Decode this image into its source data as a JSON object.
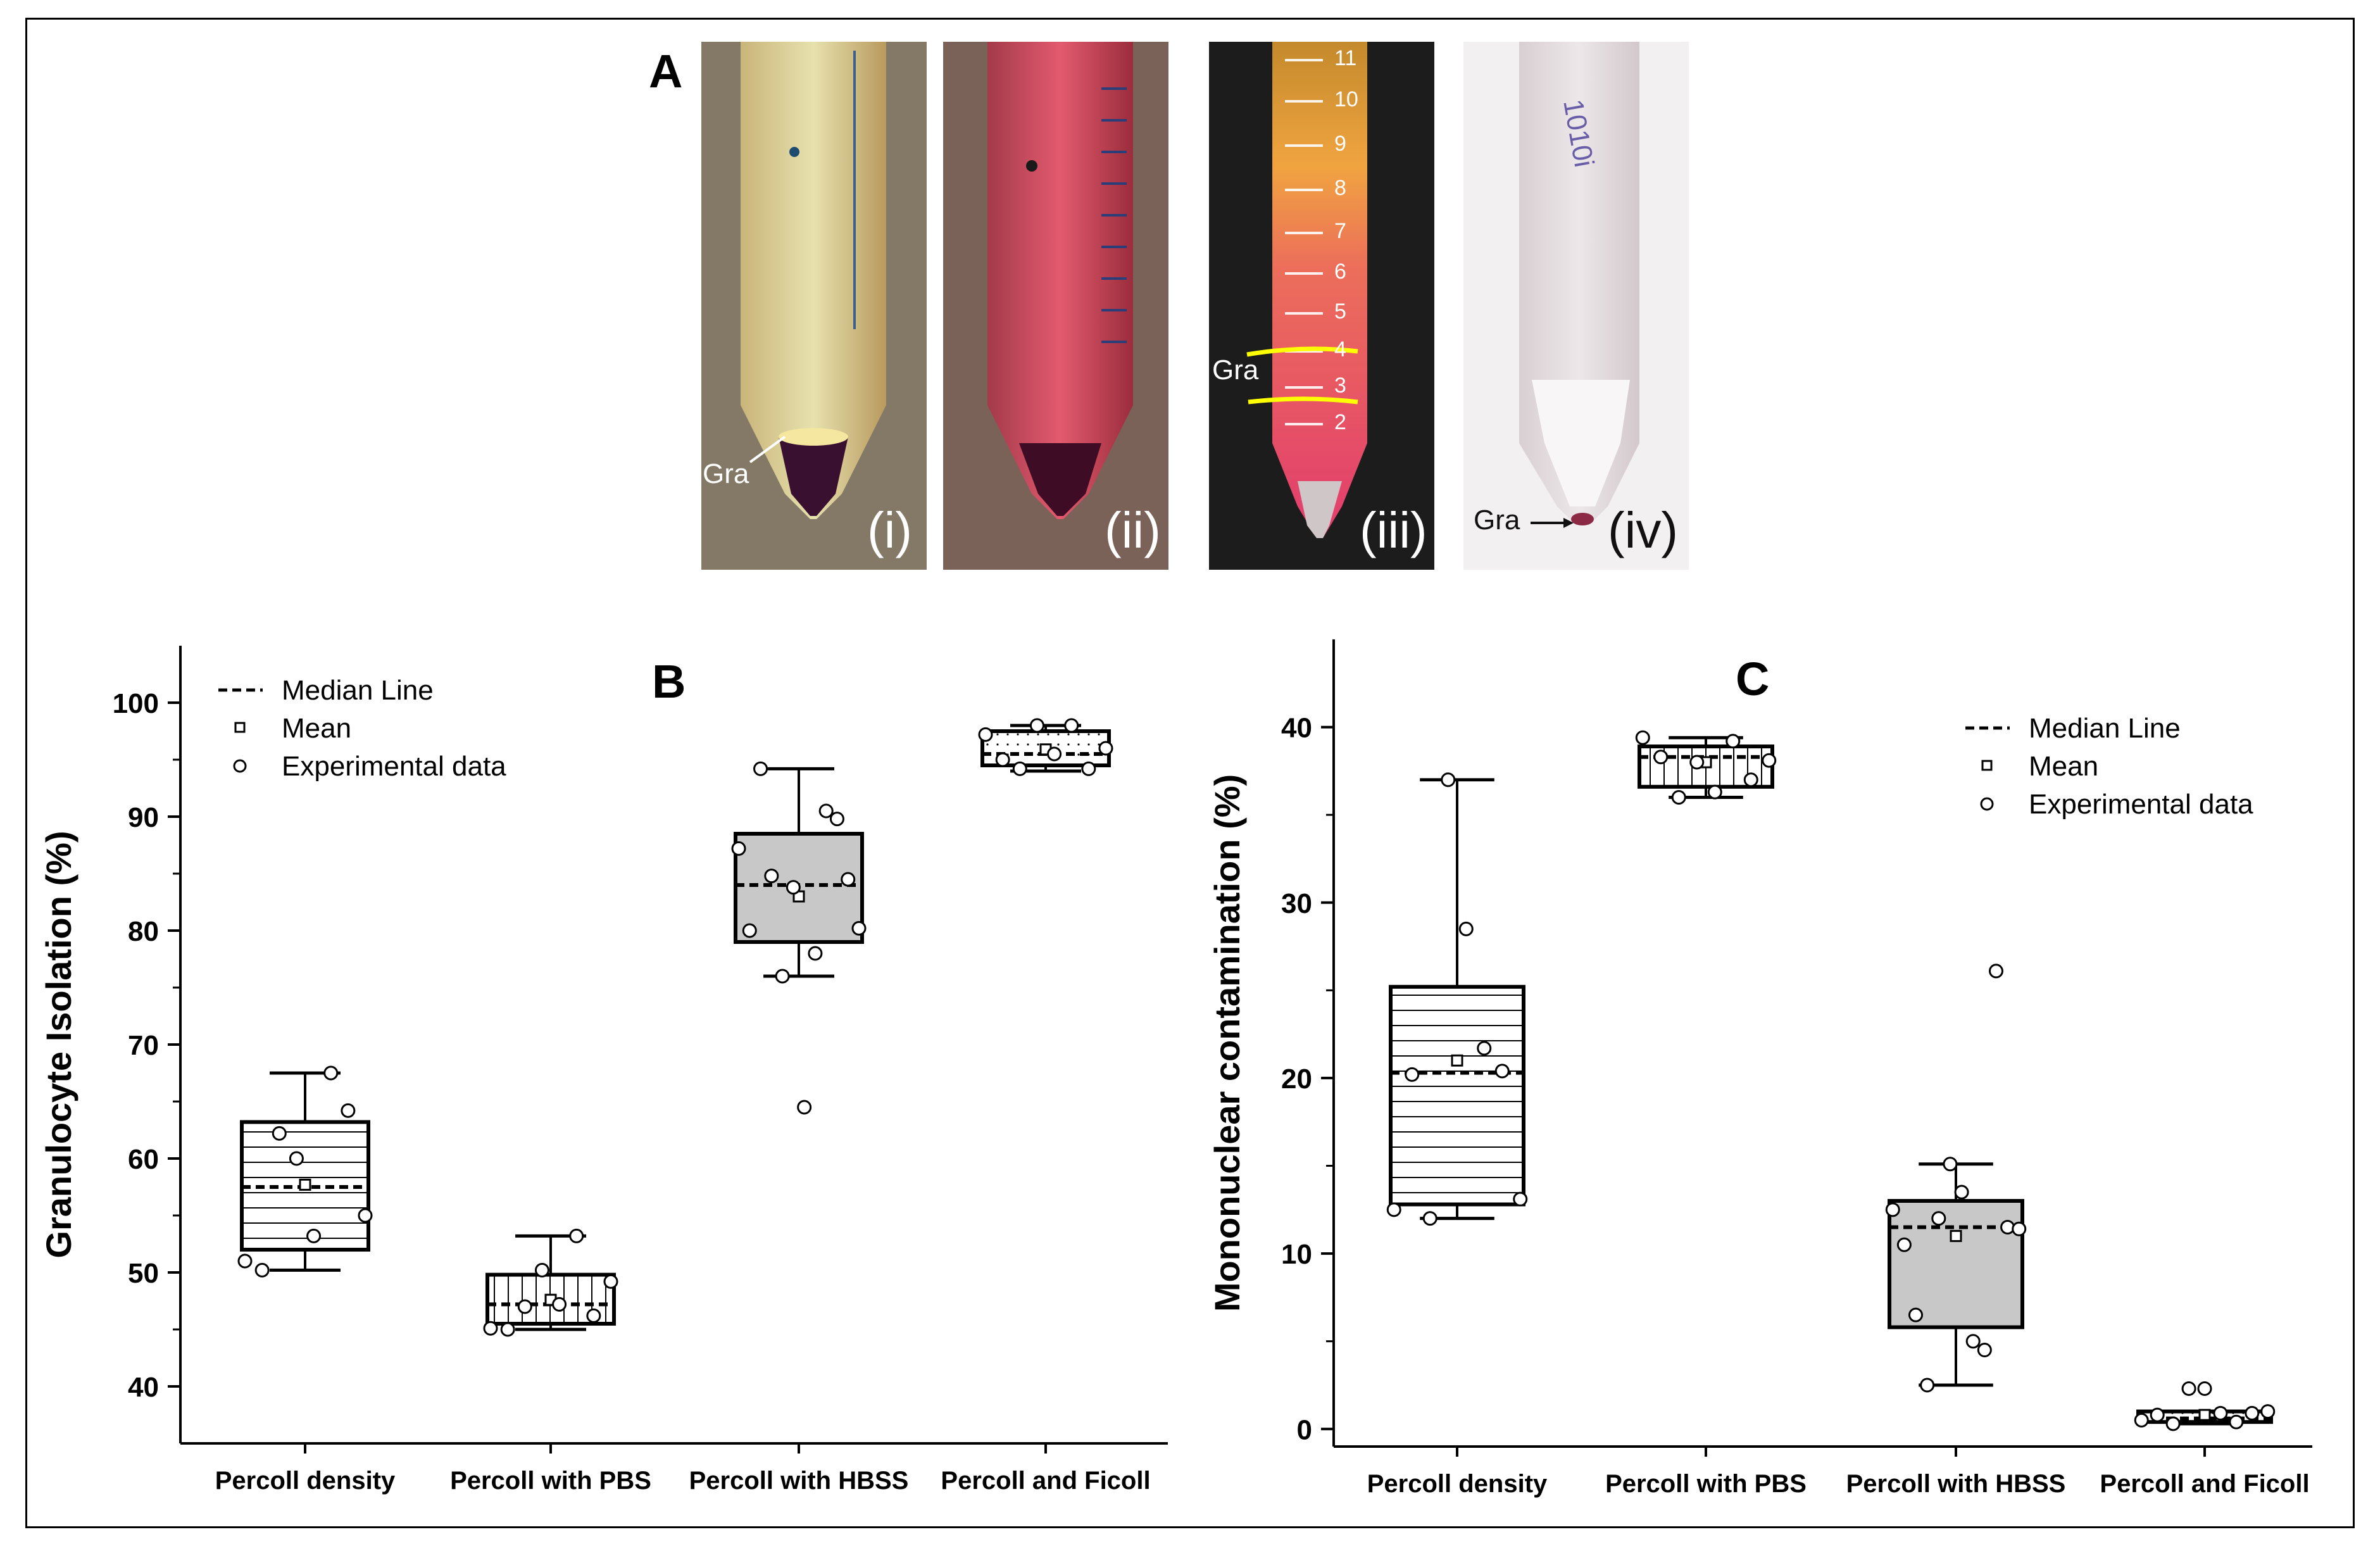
{
  "panel_a": {
    "letter": "A",
    "tubes": [
      {
        "roman": "(i)",
        "gra_label": "Gra"
      },
      {
        "roman": "(ii)"
      },
      {
        "roman": "(iii)",
        "gra_label": "Gra",
        "scale_numbers": [
          "11",
          "10",
          "9",
          "8",
          "7",
          "6",
          "5",
          "4",
          "3",
          "2"
        ]
      },
      {
        "roman": "(iv)",
        "gra_label": "Gra"
      }
    ]
  },
  "chart_data": [
    {
      "panel": "B",
      "type": "box",
      "ylabel": "Granulocyte Isolation (%)",
      "ylim": [
        35,
        105
      ],
      "yticks": [
        40,
        50,
        60,
        70,
        80,
        90,
        100
      ],
      "categories": [
        "Percoll density",
        "Percoll with PBS",
        "Percoll with HBSS",
        "Percoll and Ficoll"
      ],
      "legend": {
        "position": "top-left",
        "items": [
          "Median Line",
          "Mean",
          "Experimental data"
        ]
      },
      "boxes": [
        {
          "category": "Percoll density",
          "fill": "hlines",
          "q1": 52.0,
          "q3": 63.2,
          "median": 57.5,
          "mean": 57.7,
          "whisker_low": 50.2,
          "whisker_high": 67.5,
          "points": [
            51.0,
            50.2,
            62.2,
            60.0,
            53.2,
            67.5,
            64.2,
            55.0
          ]
        },
        {
          "category": "Percoll with PBS",
          "fill": "vlines",
          "q1": 45.5,
          "q3": 49.8,
          "median": 47.2,
          "mean": 47.6,
          "whisker_low": 45.0,
          "whisker_high": 53.2,
          "points": [
            45.1,
            45.0,
            47.0,
            50.2,
            47.2,
            53.2,
            46.2,
            49.2
          ]
        },
        {
          "category": "Percoll with HBSS",
          "fill": "gray",
          "q1": 79.0,
          "q3": 88.5,
          "median": 84.0,
          "mean": 83.0,
          "whisker_low": 76.0,
          "whisker_high": 94.2,
          "points": [
            87.2,
            80.0,
            94.2,
            84.8,
            76.0,
            83.8,
            64.5,
            78.0,
            90.5,
            89.8,
            84.5,
            80.2
          ]
        },
        {
          "category": "Percoll and Ficoll",
          "fill": "dots",
          "q1": 94.5,
          "q3": 97.5,
          "median": 95.5,
          "mean": 95.9,
          "whisker_low": 94.0,
          "whisker_high": 98.0,
          "points": [
            97.2,
            95.0,
            94.2,
            98.0,
            95.5,
            98.0,
            94.2,
            96.0
          ]
        }
      ]
    },
    {
      "panel": "C",
      "type": "box",
      "ylabel": "Mononuclear contamination (%)",
      "ylim": [
        -1,
        45
      ],
      "yticks": [
        0,
        10,
        20,
        30,
        40
      ],
      "categories": [
        "Percoll density",
        "Percoll with PBS",
        "Percoll with HBSS",
        "Percoll and Ficoll"
      ],
      "legend": {
        "position": "top-right",
        "items": [
          "Median Line",
          "Mean",
          "Experimental data"
        ]
      },
      "boxes": [
        {
          "category": "Percoll density",
          "fill": "hlines",
          "q1": 12.8,
          "q3": 25.2,
          "median": 20.3,
          "mean": 21.0,
          "whisker_low": 12.0,
          "whisker_high": 37.0,
          "points": [
            12.5,
            20.2,
            12.0,
            37.0,
            28.5,
            21.7,
            20.4,
            13.1
          ]
        },
        {
          "category": "Percoll with PBS",
          "fill": "vlines",
          "q1": 36.6,
          "q3": 38.9,
          "median": 38.3,
          "mean": 38.0,
          "whisker_low": 36.0,
          "whisker_high": 39.4,
          "points": [
            39.4,
            38.3,
            36.0,
            38.0,
            36.3,
            39.2,
            37.0,
            38.1
          ]
        },
        {
          "category": "Percoll with HBSS",
          "fill": "gray",
          "q1": 5.8,
          "q3": 13.0,
          "median": 11.5,
          "mean": 11.0,
          "whisker_low": 2.5,
          "whisker_high": 15.1,
          "points": [
            12.5,
            10.5,
            6.5,
            2.5,
            12.0,
            15.1,
            13.5,
            5.0,
            4.5,
            26.1,
            11.5,
            11.4
          ]
        },
        {
          "category": "Percoll and Ficoll",
          "fill": "dots",
          "q1": 0.4,
          "q3": 1.0,
          "median": 0.6,
          "mean": 0.8,
          "whisker_low": 0.3,
          "whisker_high": 1.0,
          "points": [
            0.5,
            0.8,
            0.3,
            2.3,
            2.3,
            0.9,
            0.4,
            0.9,
            1.0
          ]
        }
      ]
    }
  ]
}
